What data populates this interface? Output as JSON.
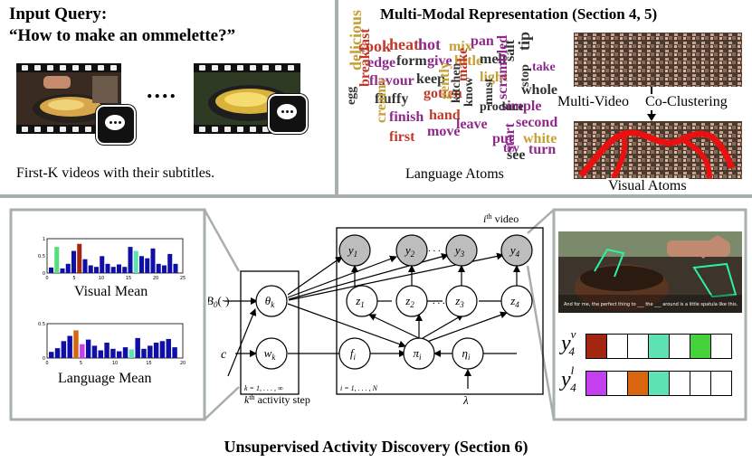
{
  "query": {
    "title_line1": "Input Query:",
    "title_line2": "“How to make an ommelette?”",
    "ellipsis": "....",
    "caption": "First-K videos with their subtitles."
  },
  "representation": {
    "title": "Multi-Modal Representation (Section 4, 5)",
    "language_atoms_label": "Language Atoms",
    "visual_atoms_label": "Visual Atoms",
    "coclustering_left": "Multi-Video",
    "coclustering_right": "Co-Clustering",
    "words": [
      "cook",
      "heat",
      "hot",
      "mix",
      "pan",
      "tip",
      "delicious",
      "edge",
      "form",
      "give",
      "little",
      "melt",
      "salt",
      "stop",
      "take",
      "breakfast",
      "flavour",
      "keep",
      "make",
      "light",
      "whole",
      "egg",
      "fluffy",
      "gotten",
      "kitchen",
      "gently",
      "scrambled",
      "simple",
      "creamy",
      "finish",
      "hand",
      "know",
      "produce",
      "leave",
      "must",
      "second",
      "first",
      "move",
      "put",
      "start",
      "white",
      "try",
      "see",
      "turn"
    ]
  },
  "model": {
    "visual_mean_label": "Visual Mean",
    "language_mean_label": "Language Mean",
    "video_label": "i",
    "video_label_sup": "th",
    "video_label_rest": " video",
    "activity_label": "k",
    "activity_label_sup": "th",
    "activity_label_rest": " activity step",
    "plate_k": "k = 1, . . . , ∞",
    "plate_i": "i = 1, . . . , N",
    "prior": "B",
    "prior_sub": "0",
    "prior_rest": "(·)",
    "c": "c",
    "lambda": "λ",
    "theta": "θ",
    "theta_sub": "k",
    "w": "w",
    "w_sub": "k",
    "f": "f",
    "f_sub": "i",
    "pi": "π",
    "pi_sub": "i",
    "eta": "η",
    "eta_sub": "i",
    "y_nodes": [
      "1",
      "2",
      "3",
      "4"
    ],
    "z_nodes": [
      "1",
      "2",
      "3",
      "4"
    ],
    "dots": ". . ."
  },
  "example": {
    "subtitle_text": "And for me, the perfect thing to ___ the ___ around is a little spatula like this.",
    "y_v": "y",
    "y_v_sup": "v",
    "y_v_sub": "4",
    "y_l": "y",
    "y_l_sup": "l",
    "y_l_sub": "4",
    "visual_vector_colors": [
      "#a32610",
      "#ffffff",
      "#ffffff",
      "#5de3b1",
      "#ffffff",
      "#44d13a",
      "#ffffff"
    ],
    "language_vector_colors": [
      "#c43ff0",
      "#ffffff",
      "#d9650e",
      "#5de3b1",
      "#ffffff",
      "#ffffff",
      "#ffffff"
    ]
  },
  "footer": {
    "title": "Unsupervised Activity Discovery (Section 6)"
  },
  "colors": {
    "divider": "#a7b0ab",
    "bar_blue": "#0f0fa8",
    "highlight_green": "#52e07a",
    "highlight_red": "#a32610",
    "highlight_teal": "#5de3b1",
    "highlight_purple": "#c43ff0",
    "highlight_orange": "#d9650e",
    "node_grey": "#bdbdbd"
  },
  "chart_data": [
    {
      "type": "bar",
      "title": "",
      "xticks": [
        "0",
        "5",
        "10",
        "15",
        "20",
        "25"
      ],
      "yticks": [
        "0",
        "0.5",
        "1"
      ],
      "values": [
        0.18,
        0.85,
        0.15,
        0.3,
        0.72,
        0.95,
        0.45,
        0.25,
        0.2,
        0.55,
        0.3,
        0.2,
        0.28,
        0.2,
        0.85,
        0.72,
        0.55,
        0.48,
        0.8,
        0.3,
        0.25,
        0.62,
        0.3
      ],
      "highlights": {
        "1": "#52e07a",
        "5": "#a32610",
        "15": "#5de3b1"
      }
    },
    {
      "type": "bar",
      "title": "",
      "xticks": [
        "0",
        "5",
        "10",
        "15",
        "20"
      ],
      "yticks": [
        "0",
        "0.5"
      ],
      "values": [
        0.2,
        0.32,
        0.55,
        0.72,
        0.9,
        0.45,
        0.6,
        0.4,
        0.25,
        0.5,
        0.3,
        0.22,
        0.35,
        0.28,
        0.65,
        0.3,
        0.4,
        0.5,
        0.55,
        0.62,
        0.35
      ],
      "highlights": {
        "4": "#d9650e",
        "5": "#c43ff0",
        "13": "#5de3b1"
      }
    }
  ]
}
